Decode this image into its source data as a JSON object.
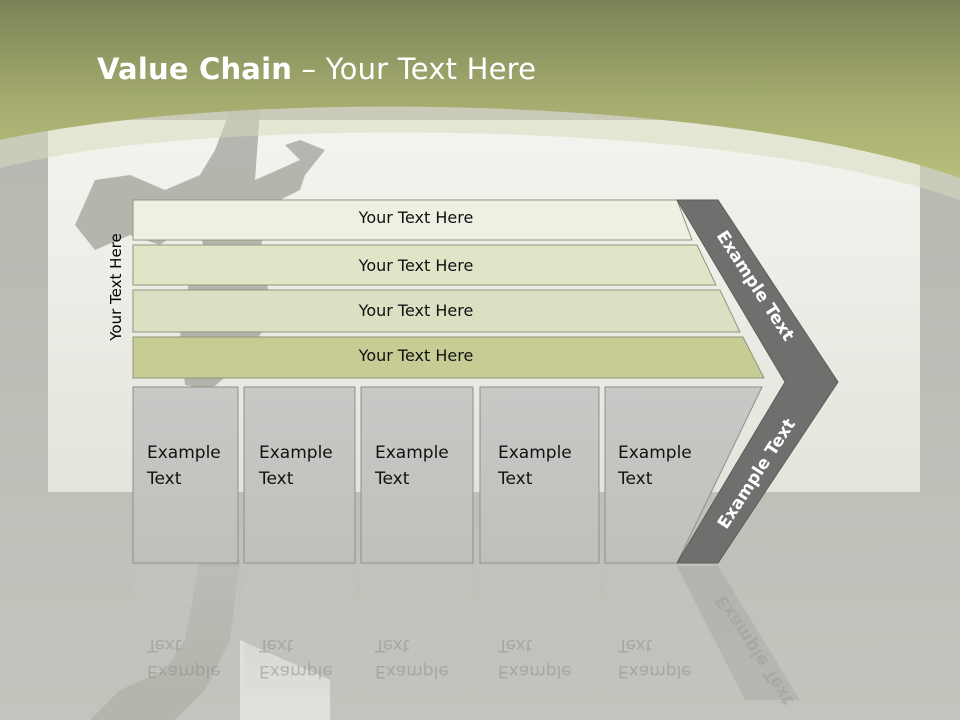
{
  "title": {
    "bold": "Value Chain",
    "rest": " – Your Text Here"
  },
  "side_label": "Your Text Here",
  "bars": [
    {
      "label": "Your Text Here"
    },
    {
      "label": "Your Text Here"
    },
    {
      "label": "Your Text Here"
    },
    {
      "label": "Your Text Here"
    }
  ],
  "columns": [
    {
      "line1": "Example",
      "line2": "Text"
    },
    {
      "line1": "Example",
      "line2": "Text"
    },
    {
      "line1": "Example",
      "line2": "Text"
    },
    {
      "line1": "Example",
      "line2": "Text"
    },
    {
      "line1": "Example",
      "line2": "Text"
    }
  ],
  "chevron": {
    "upper": "Example Text",
    "lower": "Example Text"
  },
  "colors": {
    "header_top": "#7e8558",
    "header_accent": "#b6bd7a",
    "bar_light": "#eef0e2",
    "bar_mid": "#e1e5c8",
    "bar_dark": "#c6cc94",
    "column_fill": "#c5c6c3",
    "chevron_fill": "#6f706d"
  }
}
